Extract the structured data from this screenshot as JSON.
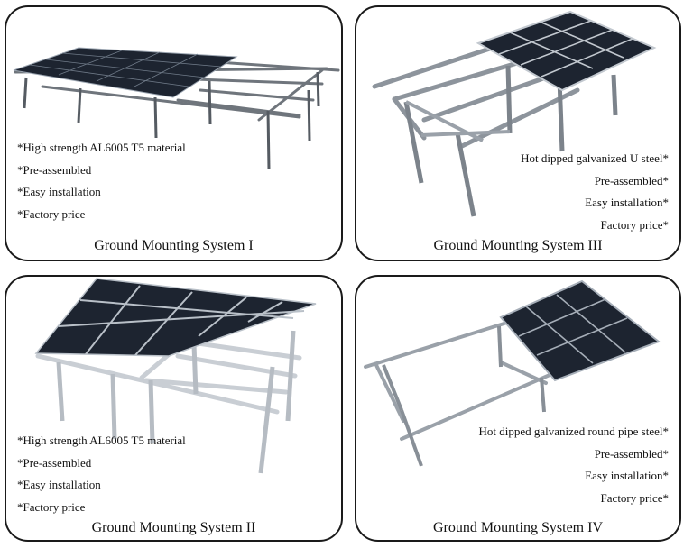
{
  "panels": [
    {
      "id": "system-1",
      "caption": "Ground Mounting System I",
      "features": [
        "*High strength AL6005 T5 material",
        "*Pre-assembled",
        "*Easy installation",
        "*Factory price"
      ]
    },
    {
      "id": "system-3",
      "caption": "Ground Mounting System III",
      "features": [
        "Hot dipped galvanized U steel*",
        "Pre-assembled*",
        "Easy installation*",
        "Factory price*"
      ]
    },
    {
      "id": "system-2",
      "caption": "Ground Mounting System II",
      "features": [
        "*High strength AL6005 T5 material",
        "*Pre-assembled",
        "*Easy installation",
        "*Factory price"
      ]
    },
    {
      "id": "system-4",
      "caption": "Ground Mounting System IV",
      "features": [
        "Hot dipped galvanized round pipe steel*",
        "Pre-assembled*",
        "Easy installation*",
        "Factory price*"
      ]
    }
  ],
  "colors": {
    "border": "#1a1a1a",
    "panel": "#1d2430",
    "panel_grid": "#7e8a99",
    "frame": "#8d949c"
  }
}
